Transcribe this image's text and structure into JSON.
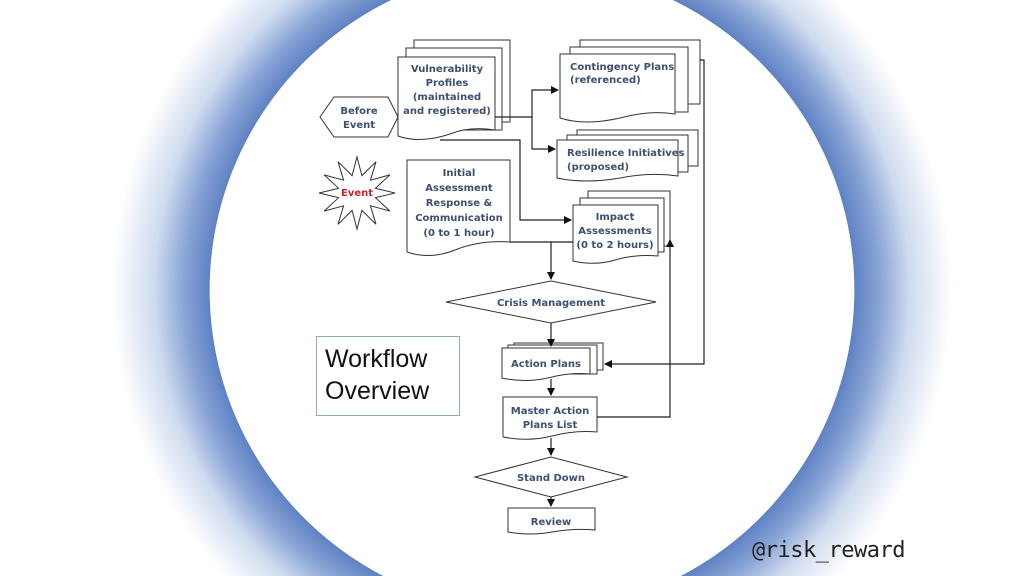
{
  "slide_title": [
    "Workflow",
    "Overview"
  ],
  "handle": "@risk_reward",
  "colors": {
    "ring": "#6f8fcc",
    "label_text": "#3d5070",
    "event_text": "#c0282d"
  },
  "nodes": {
    "before_event": [
      "Before",
      "Event"
    ],
    "event": "Event",
    "vulnerability_profiles": [
      "Vulnerability",
      "Profiles",
      "(maintained",
      "and registered)"
    ],
    "contingency_plans": [
      "Contingency Plans",
      "(referenced)"
    ],
    "resilience_initiatives": [
      "Resilience Initiatives",
      "(proposed)"
    ],
    "initial_assessment": [
      "Initial",
      "Assessment",
      "Response &",
      "Communication",
      "(0 to 1 hour)"
    ],
    "impact_assessments": [
      "Impact",
      "Assessments",
      "(0 to 2 hours)"
    ],
    "crisis_management": "Crisis Management",
    "action_plans": "Action Plans",
    "master_action_plans": [
      "Master Action",
      "Plans List"
    ],
    "stand_down": "Stand Down",
    "review": "Review"
  }
}
